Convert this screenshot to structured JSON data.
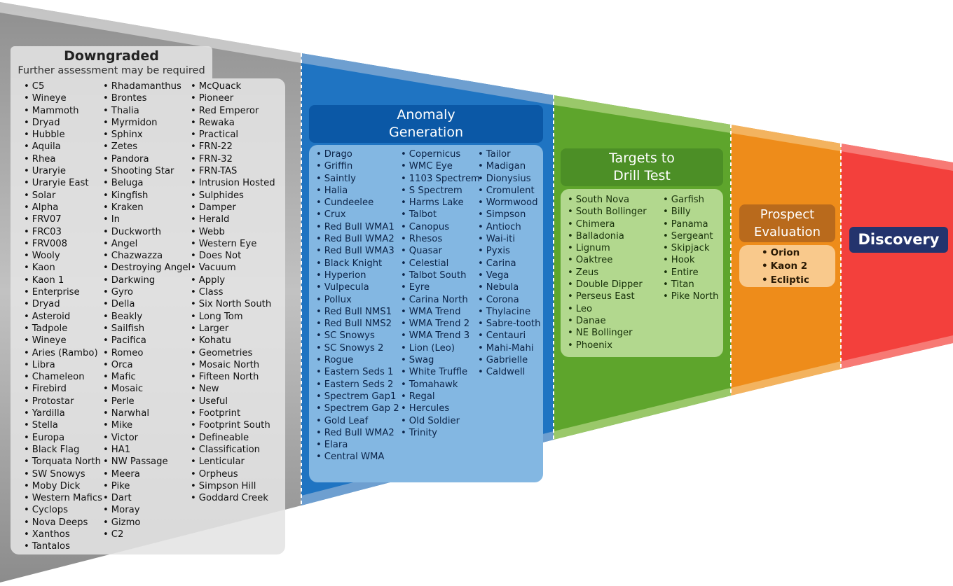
{
  "colors": {
    "gray_stage": "#a9a9a9",
    "blue_stage": "#1f74c2",
    "green_stage": "#5ea52c",
    "orange_stage": "#ee8c1a",
    "red_stage": "#f3403c",
    "discovery_box": "#24346d"
  },
  "downgraded": {
    "title": "Downgraded",
    "subtitle": "Further assessment may be required",
    "col1": [
      "C5",
      "Wineye",
      "Mammoth",
      "Dryad",
      "Hubble",
      "Aquila",
      "Rhea",
      "Uraryie",
      "Uraryie East",
      "Solar",
      "Alpha",
      "FRV07",
      "FRC03",
      "FRV008",
      "Wooly",
      "Kaon",
      "Kaon 1",
      "Enterprise",
      "Dryad",
      "Asteroid",
      "Tadpole",
      "Wineye",
      "Aries (Rambo)",
      "Libra",
      "Chameleon",
      "Firebird",
      "Protostar",
      "Yardilla",
      "Stella",
      "Europa",
      "Black Flag",
      "Torquata North",
      "SW Snowys",
      "Moby Dick",
      "Western Mafics",
      "Cyclops",
      "Nova Deeps",
      "Xanthos",
      "Tantalos"
    ],
    "col2": [
      "Rhadamanthus",
      "Brontes",
      "Thalia",
      "Myrmidon",
      "Sphinx",
      "Zetes",
      "Pandora",
      "Shooting Star",
      "Beluga",
      "Kingfish",
      "Kraken",
      "In",
      "Duckworth",
      "Angel",
      "Chazwazza",
      "Destroying Angel",
      "Darkwing",
      "Gyro",
      "Della",
      "Beakly",
      "Sailfish",
      "Pacifica",
      "Romeo",
      "Orca",
      "Mafic",
      "Mosaic",
      "Perle",
      "Narwhal",
      "Mike",
      "Victor",
      "HA1",
      "NW Passage",
      "Meera",
      "Pike",
      "Dart",
      "Moray",
      "Gizmo",
      "C2"
    ],
    "col3": [
      "McQuack",
      "Pioneer",
      "Red Emperor",
      "Rewaka",
      "Practical",
      "FRN-22",
      "FRN-32",
      "FRN-TAS",
      "Intrusion Hosted",
      "Sulphides",
      "Damper",
      "Herald",
      "Webb",
      "Western Eye",
      "Does Not",
      "Vacuum",
      "Apply",
      "Class",
      "Six North South",
      "Long Tom",
      "Larger",
      "Kohatu",
      "Geometries",
      "Mosaic North",
      "Fifteen North",
      "New",
      "Useful",
      "Footprint",
      "Footprint South",
      "Defineable",
      "Classification",
      "Lenticular",
      "Orpheus",
      "Simpson Hill",
      "Goddard Creek"
    ]
  },
  "anomaly": {
    "title_line1": "Anomaly",
    "title_line2": "Generation",
    "col1": [
      "Drago",
      "Griffin",
      "Saintly",
      "Halia",
      "Cundeelee",
      "Crux",
      "Red Bull WMA1",
      "Red Bull WMA2",
      "Red Bull WMA3",
      "Black Knight",
      "Hyperion",
      "Vulpecula",
      "Pollux",
      "Red Bull NMS1",
      "Red Bull NMS2",
      "SC Snowys",
      "SC Snowys 2",
      "Rogue",
      "Eastern Seds 1",
      "Eastern Seds 2",
      "Spectrem Gap1",
      "Spectrem Gap 2",
      "Gold Leaf",
      "Red Bull WMA2",
      "Elara",
      "Central WMA"
    ],
    "col2": [
      "Copernicus",
      "WMC Eye",
      "1103 Spectrem",
      "S Spectrem",
      "Harms Lake",
      "Talbot",
      "Canopus",
      "Rhesos",
      "Quasar",
      "Celestial",
      "Talbot South",
      "Eyre",
      "Carina North",
      "WMA Trend",
      "WMA Trend 2",
      "WMA Trend 3",
      "Lion (Leo)",
      "Swag",
      "White Truffle",
      "Tomahawk",
      "Regal",
      "Hercules",
      "Old Soldier",
      "Trinity"
    ],
    "col3": [
      "Tailor",
      "Madigan",
      "Dionysius",
      "Cromulent",
      "Wormwood",
      "Simpson",
      "Antioch",
      "Wai-iti",
      "Pyxis",
      "Carina",
      "Vega",
      "Nebula",
      "Corona",
      "Thylacine",
      "Sabre-tooth",
      "Centauri",
      "Mahi-Mahi",
      "Gabrielle",
      "Caldwell"
    ]
  },
  "targets": {
    "title_line1": "Targets to",
    "title_line2": "Drill Test",
    "col1": [
      "South Nova",
      "South Bollinger",
      "Chimera",
      "Balladonia",
      "Lignum",
      "Oaktree",
      "Zeus",
      "Double Dipper",
      "Perseus East",
      "Leo",
      "Danae",
      "NE Bollinger",
      "Phoenix"
    ],
    "col2": [
      "Garfish",
      "Billy",
      "Panama",
      "Sergeant",
      "Skipjack",
      "Hook",
      "Entire",
      "Titan",
      "Pike North"
    ]
  },
  "prospect": {
    "title_line1": "Prospect",
    "title_line2": "Evaluation",
    "items": [
      "Orion",
      "Kaon 2",
      "Ecliptic"
    ]
  },
  "discovery": {
    "title": "Discovery"
  }
}
